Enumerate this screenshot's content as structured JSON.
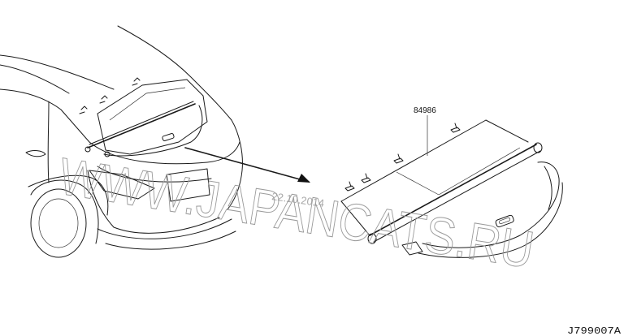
{
  "callouts": [
    {
      "id": "part-84986",
      "text": "84986"
    }
  ],
  "watermark": {
    "text": "WWW.JAPANCATS.RU",
    "date": "22.10.2014"
  },
  "reference_code": "J799007A"
}
